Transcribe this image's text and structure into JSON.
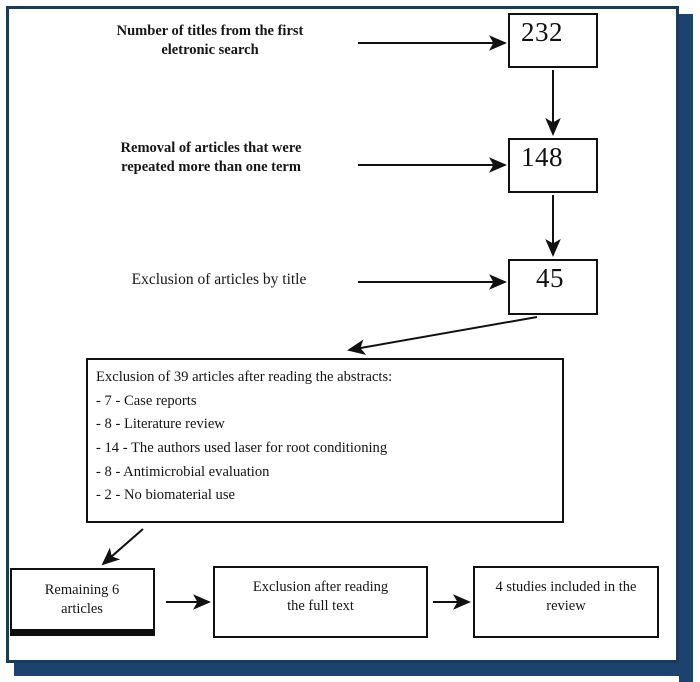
{
  "diagram": {
    "type": "prisma-flow-diagram",
    "title": "Article selection flow",
    "frame": {
      "border_color": "#1b3b57",
      "shadow_color": "#1c4270",
      "background": "#ffffff"
    },
    "stages": [
      {
        "id": "first-search",
        "label": "Number of titles from the first eletronic search",
        "label_lines": [
          "Number of titles from the first",
          "eletronic search"
        ],
        "count": "232",
        "bold": true
      },
      {
        "id": "remove-repeated",
        "label": "Removal of articles that were repeated more than one term",
        "label_lines": [
          "Removal of articles that were",
          "repeated more than one term"
        ],
        "count": "148",
        "bold": true
      },
      {
        "id": "exclusion-by-title",
        "label": "Exclusion of articles by title",
        "label_lines": [
          "Exclusion of articles by title"
        ],
        "count": "45",
        "bold": false
      }
    ],
    "exclusion_box": {
      "heading": "Exclusion of 39 articles after reading the abstracts:",
      "total_excluded": 39,
      "items": [
        {
          "line": "- 7 - Case reports",
          "count": 7,
          "reason": "Case reports"
        },
        {
          "line": "- 8 - Literature review",
          "count": 8,
          "reason": "Literature review"
        },
        {
          "line": "- 14 - The authors used laser for root conditioning",
          "count": 14,
          "reason": "The authors used laser for root conditioning"
        },
        {
          "line": "- 8 - Antimicrobial evaluation",
          "count": 8,
          "reason": "Antimicrobial evaluation"
        },
        {
          "line": "- 2 - No biomaterial use",
          "count": 2,
          "reason": "No biomaterial use"
        }
      ]
    },
    "bottom_row": [
      {
        "id": "remaining",
        "label": "Remaining 6 articles",
        "label_lines": [
          "Remaining 6",
          "articles"
        ],
        "count": 6
      },
      {
        "id": "exclusion-full-text",
        "label": "Exclusion after reading the full text",
        "label_lines": [
          "Exclusion after reading",
          "the full text"
        ]
      },
      {
        "id": "included",
        "label": "4 studies included in the review",
        "label_lines": [
          "4 studies included in the",
          "review"
        ],
        "count": 4
      }
    ],
    "connectors": [
      {
        "name": "arrow-to-232",
        "from": "first-search",
        "to": "232",
        "direction": "right"
      },
      {
        "name": "arrow-232-to-148",
        "from": "232",
        "to": "148",
        "direction": "down"
      },
      {
        "name": "arrow-to-148",
        "from": "remove-repeated",
        "to": "148",
        "direction": "right"
      },
      {
        "name": "arrow-148-to-45",
        "from": "148",
        "to": "45",
        "direction": "down"
      },
      {
        "name": "arrow-to-45",
        "from": "exclusion-by-title",
        "to": "45",
        "direction": "right"
      },
      {
        "name": "arrow-45-to-exclusion",
        "from": "45",
        "to": "exclusion-box",
        "direction": "diagonal-down-left"
      },
      {
        "name": "arrow-exclusion-to-remaining",
        "from": "exclusion-box",
        "to": "remaining",
        "direction": "diagonal-down-left"
      },
      {
        "name": "arrow-remaining-to-fulltext",
        "from": "remaining",
        "to": "exclusion-full-text",
        "direction": "right"
      },
      {
        "name": "arrow-fulltext-to-included",
        "from": "exclusion-full-text",
        "to": "included",
        "direction": "right"
      }
    ]
  }
}
